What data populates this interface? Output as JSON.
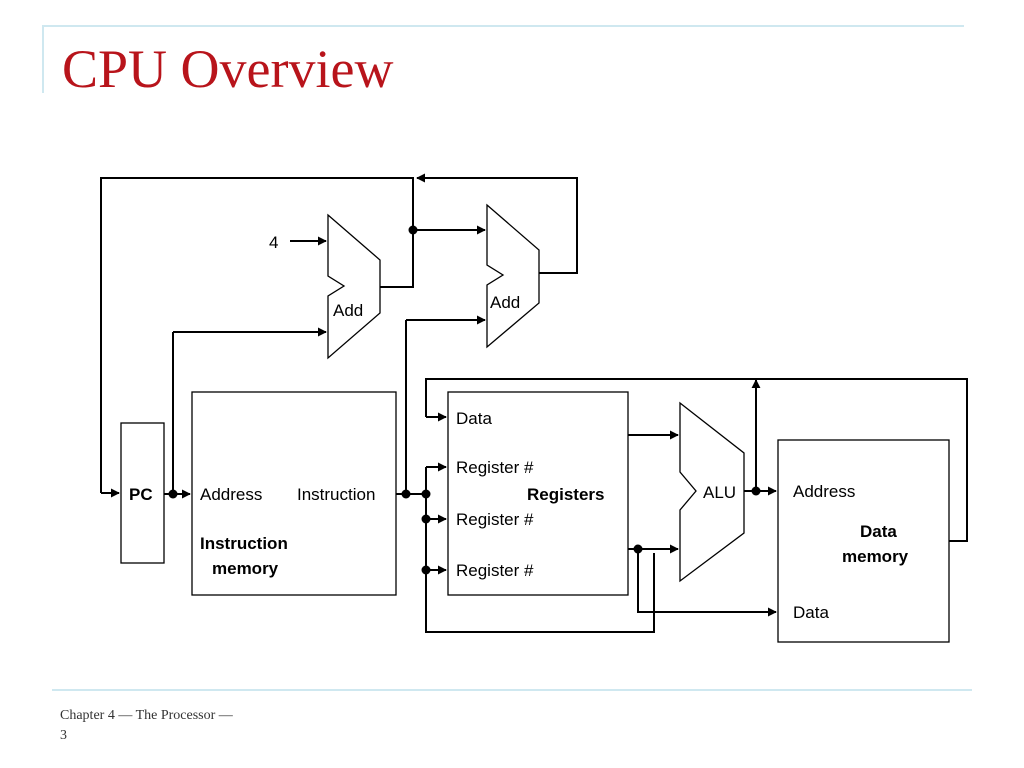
{
  "slide": {
    "title": "CPU Overview",
    "footer_line1": "Chapter 4 — The Processor —",
    "footer_line2": "3"
  },
  "diagram": {
    "constant_four": "4",
    "pc_label": "PC",
    "adder1_label": "Add",
    "adder2_label": "Add",
    "imem": {
      "address": "Address",
      "instruction": "Instruction",
      "name_line1": "Instruction",
      "name_line2": "memory"
    },
    "registers": {
      "data": "Data",
      "reg1": "Register #",
      "reg2": "Register #",
      "reg3": "Register #",
      "name": "Registers"
    },
    "alu_label": "ALU",
    "dmem": {
      "address": "Address",
      "data": "Data",
      "name_line1": "Data",
      "name_line2": "memory"
    }
  }
}
